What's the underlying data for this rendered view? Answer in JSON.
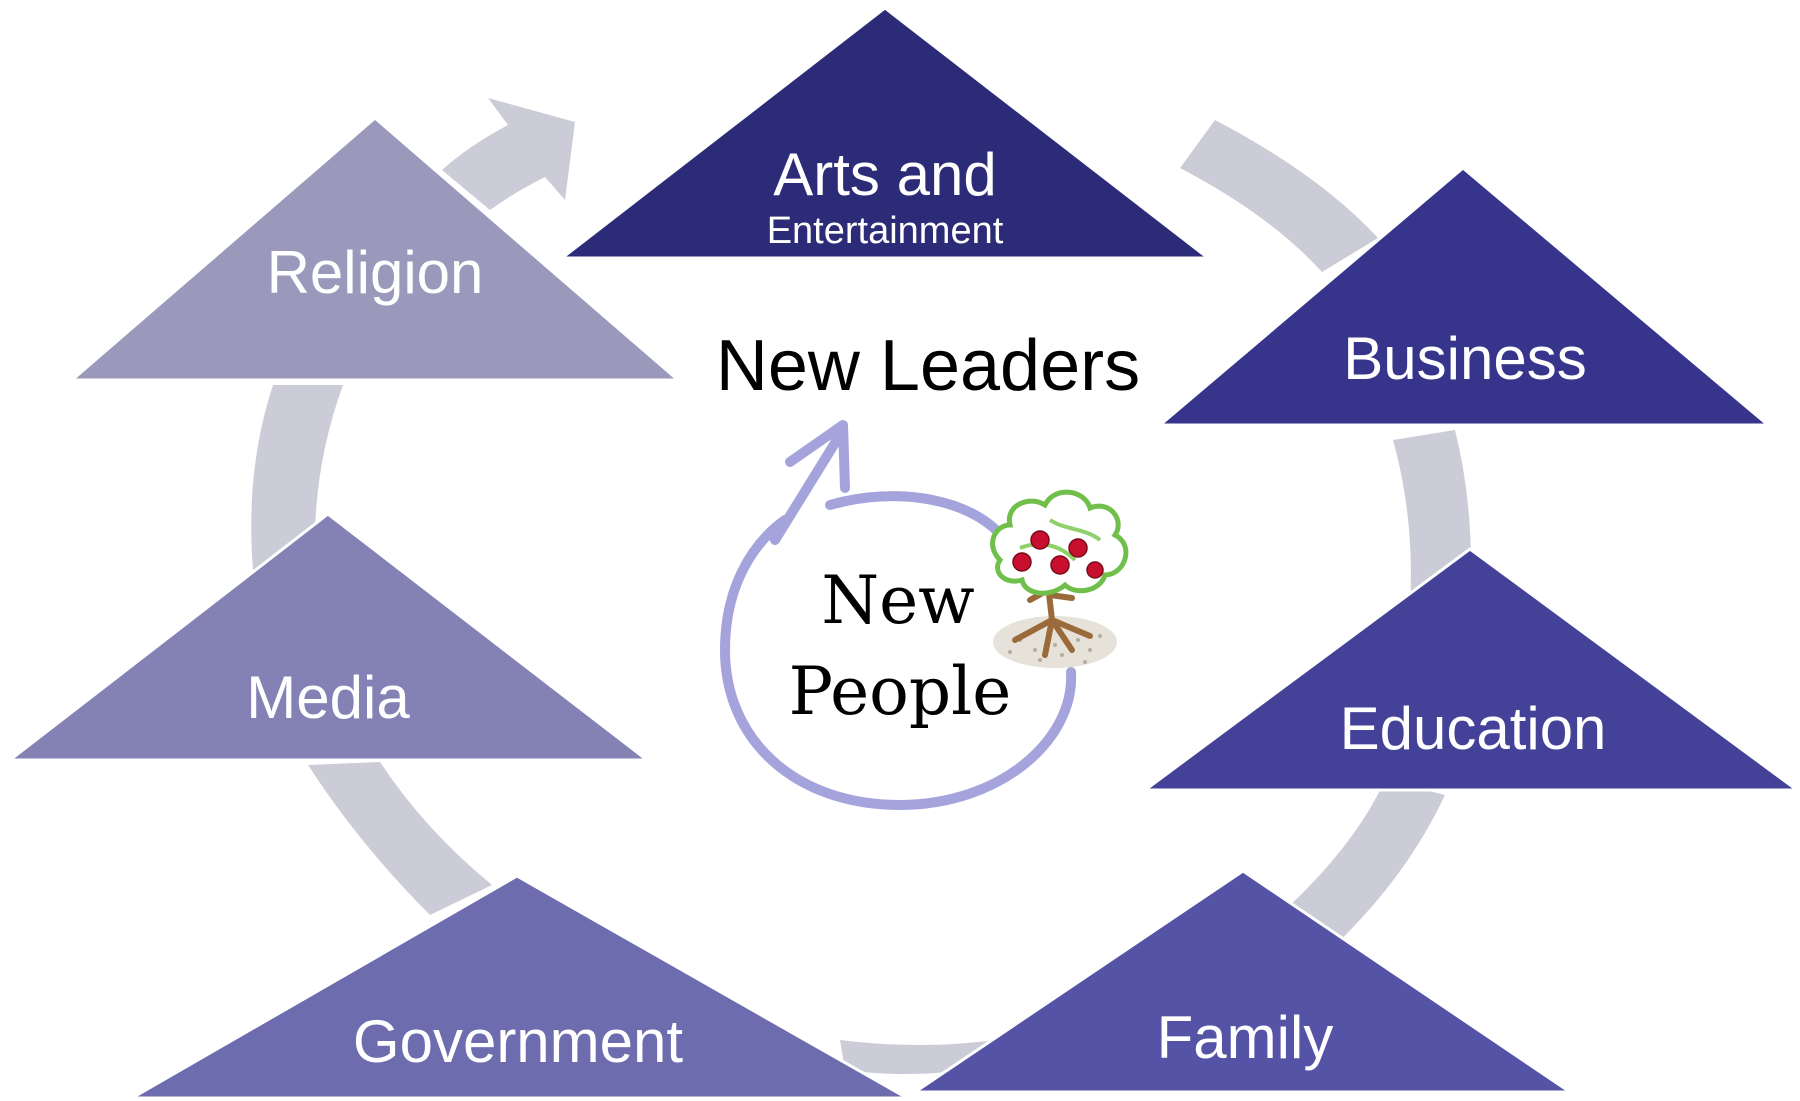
{
  "center": {
    "title": "New Leaders",
    "core_line1": "New",
    "core_line2": "People"
  },
  "nodes": [
    {
      "id": "arts",
      "label_line1": "Arts and",
      "label_line2": "Entertainment",
      "color": "#2b2b78"
    },
    {
      "id": "business",
      "label": "Business",
      "color": "#36358b"
    },
    {
      "id": "education",
      "label": "Education",
      "color": "#444298"
    },
    {
      "id": "family",
      "label": "Family",
      "color": "#5553a6"
    },
    {
      "id": "government",
      "label": "Government",
      "color": "#6d6caf"
    },
    {
      "id": "media",
      "label": "Media",
      "color": "#8482b5"
    },
    {
      "id": "religion",
      "label": "Religion",
      "color": "#9a99bb"
    }
  ],
  "colors": {
    "cycle_arrow": "#ccccd8",
    "core_ring": "#a4a3dc",
    "tree_foliage": "#6fbf4a",
    "tree_fruit": "#c8102e",
    "tree_trunk": "#9b6a3a"
  }
}
